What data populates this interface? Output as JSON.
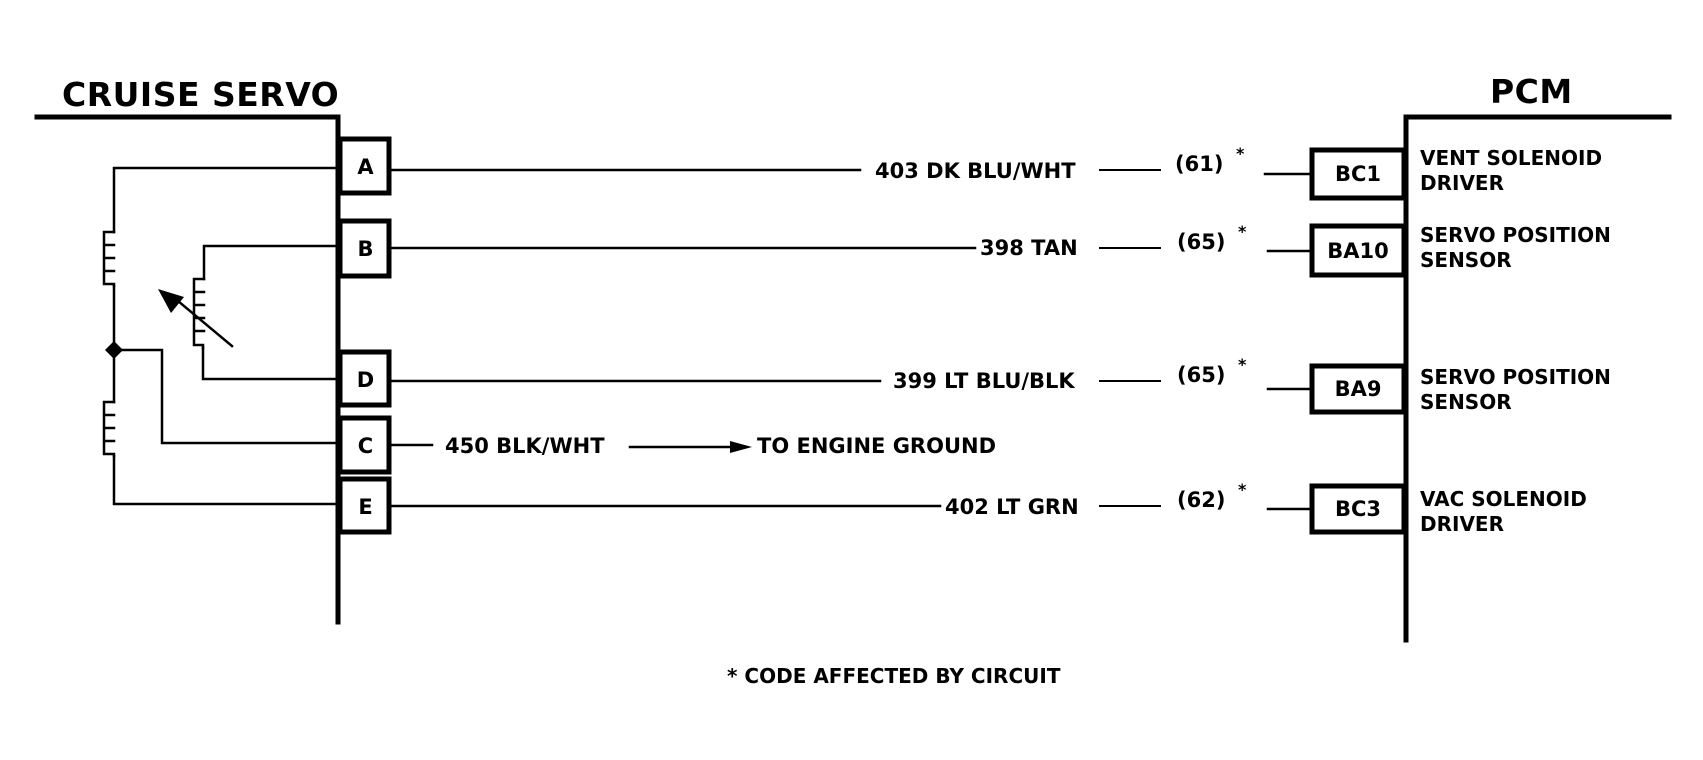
{
  "diagram": {
    "left_component": {
      "title": "CRUISE SERVO"
    },
    "right_component": {
      "title": "PCM"
    },
    "servo_pins": [
      {
        "pin": "A"
      },
      {
        "pin": "B"
      },
      {
        "pin": "D"
      },
      {
        "pin": "C"
      },
      {
        "pin": "E"
      }
    ],
    "circuits": [
      {
        "servo_pin": "A",
        "wire": "403 DK BLU/WHT",
        "code": "(61)",
        "code_marker": "*",
        "pcm_pin": "BC1",
        "pcm_function_line1": "VENT SOLENOID",
        "pcm_function_line2": "DRIVER"
      },
      {
        "servo_pin": "B",
        "wire": "398 TAN",
        "code": "(65)",
        "code_marker": "*",
        "pcm_pin": "BA10",
        "pcm_function_line1": "SERVO POSITION",
        "pcm_function_line2": "SENSOR"
      },
      {
        "servo_pin": "D",
        "wire": "399 LT BLU/BLK",
        "code": "(65)",
        "code_marker": "*",
        "pcm_pin": "BA9",
        "pcm_function_line1": "SERVO POSITION",
        "pcm_function_line2": "SENSOR"
      },
      {
        "servo_pin": "E",
        "wire": "402 LT GRN",
        "code": "(62)",
        "code_marker": "*",
        "pcm_pin": "BC3",
        "pcm_function_line1": "VAC SOLENOID",
        "pcm_function_line2": "DRIVER"
      }
    ],
    "ground_circuit": {
      "servo_pin": "C",
      "wire": "450 BLK/WHT",
      "destination": "TO ENGINE GROUND"
    },
    "footnote": "* CODE AFFECTED BY CIRCUIT",
    "colors": {
      "ink": "#000000",
      "background": "#ffffff"
    }
  }
}
